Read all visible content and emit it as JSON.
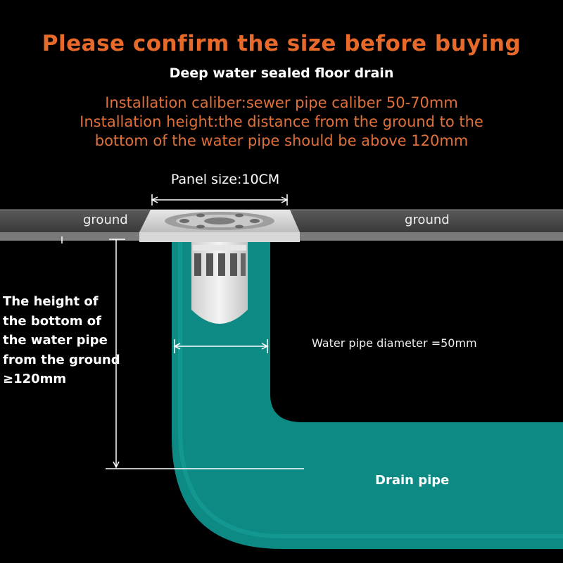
{
  "headline": "Please confirm the size before buying",
  "subheadline": "Deep water sealed floor drain",
  "specs": [
    "Installation caliber:sewer pipe caliber 50-70mm",
    "Installation height:the distance from the ground to the",
    "bottom of the water pipe should be above 120mm"
  ],
  "panel_label": "Panel size:10CM",
  "ground_left": "ground",
  "ground_right": "ground",
  "height_note": [
    "The height of",
    "the bottom of",
    "the water pipe",
    "from the ground",
    "≥120mm"
  ],
  "diameter_label": "Water pipe diameter =50mm",
  "drain_label": "Drain pipe",
  "colors": {
    "headline": "#e86a2a",
    "spec": "#e0703a",
    "pipe": "#0e8a85",
    "floor": "#4a4a4a"
  }
}
